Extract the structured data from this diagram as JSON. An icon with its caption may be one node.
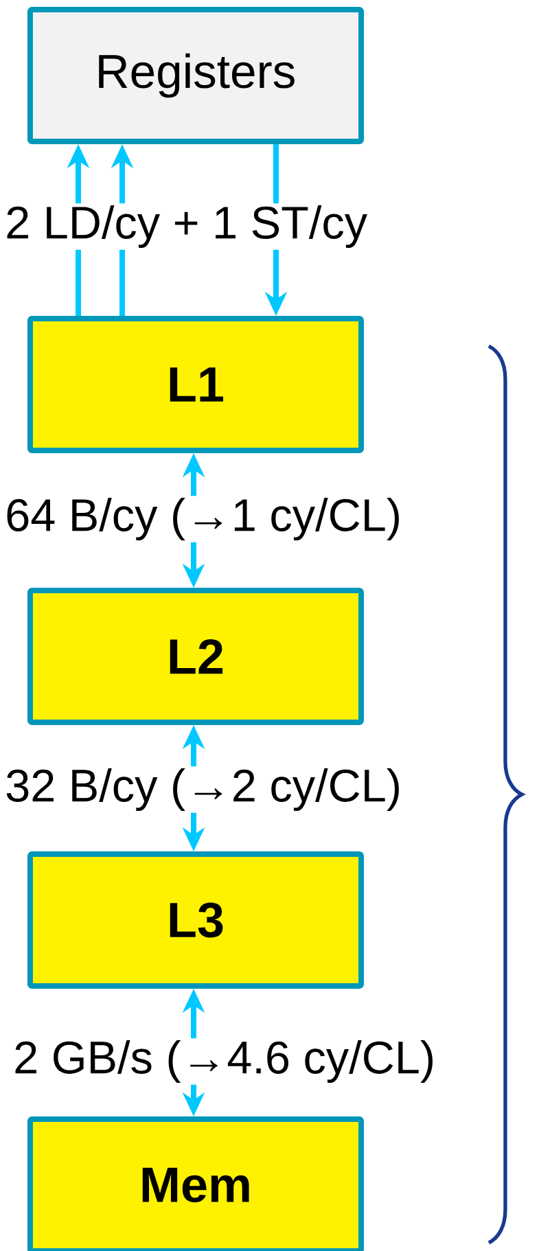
{
  "diagram": {
    "nodes": [
      {
        "text": [
          "Registers"
        ]
      },
      {
        "text": [
          "L1"
        ]
      },
      {
        "text": [
          "L2"
        ]
      },
      {
        "text": [
          "L3"
        ]
      },
      {
        "text": [
          "Mem"
        ]
      }
    ],
    "edges": [
      {
        "from": 1,
        "to": 0,
        "arrow": "to"
      },
      {
        "from": 1,
        "to": 0,
        "arrow": "to"
      },
      {
        "from": 0,
        "to": 1,
        "arrow": "to"
      },
      {
        "from": 1,
        "to": 2,
        "arrow": "both",
        "label": "64 B/cy (→1 cy/CL)"
      },
      {
        "from": 2,
        "to": 3,
        "arrow": "both",
        "label": "32 B/cy (→2 cy/CL)"
      },
      {
        "from": 3,
        "to": 4,
        "arrow": "both",
        "label": "2 GB/s (→4.6 cy/CL)"
      }
    ],
    "labels": [
      "2 LD/cy + 1 ST/cy"
    ]
  }
}
